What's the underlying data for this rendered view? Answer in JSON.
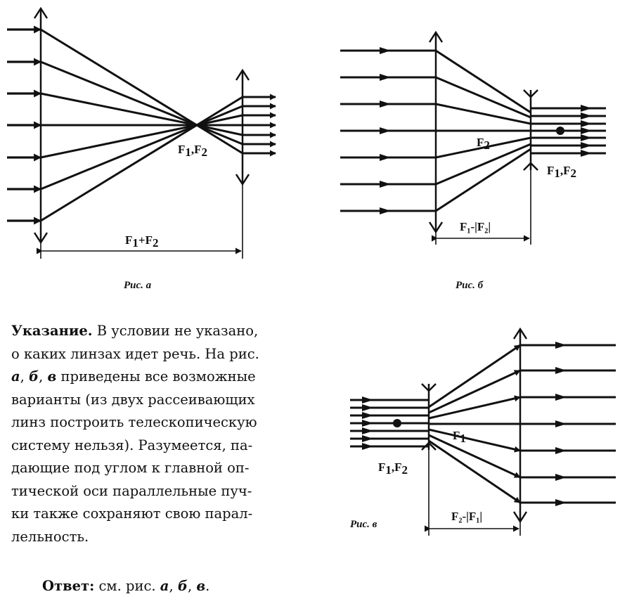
{
  "figures": {
    "a": {
      "caption": "Рис. а",
      "focus_label": "F",
      "focus_label_sub1": "1",
      "focus_label_sep": ",F",
      "focus_label_sub2": "2",
      "dim_label_main": "F",
      "dim_label_sub1": "1",
      "dim_label_mid": "+F",
      "dim_label_sub2": "2"
    },
    "b": {
      "caption": "Рис. б",
      "inner_focus_main": "F",
      "inner_focus_sub": "2",
      "focus_label_main": "F",
      "focus_label_sub1": "1",
      "focus_label_mid": ",F",
      "focus_label_sub2": "2",
      "dim_label": "F₁-|F₂|"
    },
    "c": {
      "caption": "Рис. в",
      "focus_label_main": "F",
      "focus_label_sub1": "1",
      "focus_label_mid": ",F",
      "focus_label_sub2": "2",
      "inner_focus_main": "F",
      "inner_focus_sub": "1",
      "dim_label": "F₂-|F₁|"
    }
  },
  "hint": {
    "title": "Указание.",
    "line1": " В условии не указано,",
    "line2": "о каких линзах идет речь. На рис.",
    "line3_a": "а",
    "line3_sep1": ", ",
    "line3_b": "б",
    "line3_sep2": ", ",
    "line3_c": "в",
    "line3_rest": " приведены все возможные",
    "line4": "варианты (из двух рассеивающих",
    "line5": "линз построить телескопическую",
    "line6": "систему нельзя). Разумеется, па-",
    "line7": "дающие под углом к главной оп-",
    "line8": "тической оси параллельные пуч-",
    "line9": "ки также сохраняют свою парал-",
    "line10": "лельность."
  },
  "answer": {
    "title": "Ответ:",
    "text": " см. рис. ",
    "a": "а",
    "sep1": ", ",
    "b": "б",
    "sep2": ", ",
    "c": "в",
    "end": "."
  }
}
